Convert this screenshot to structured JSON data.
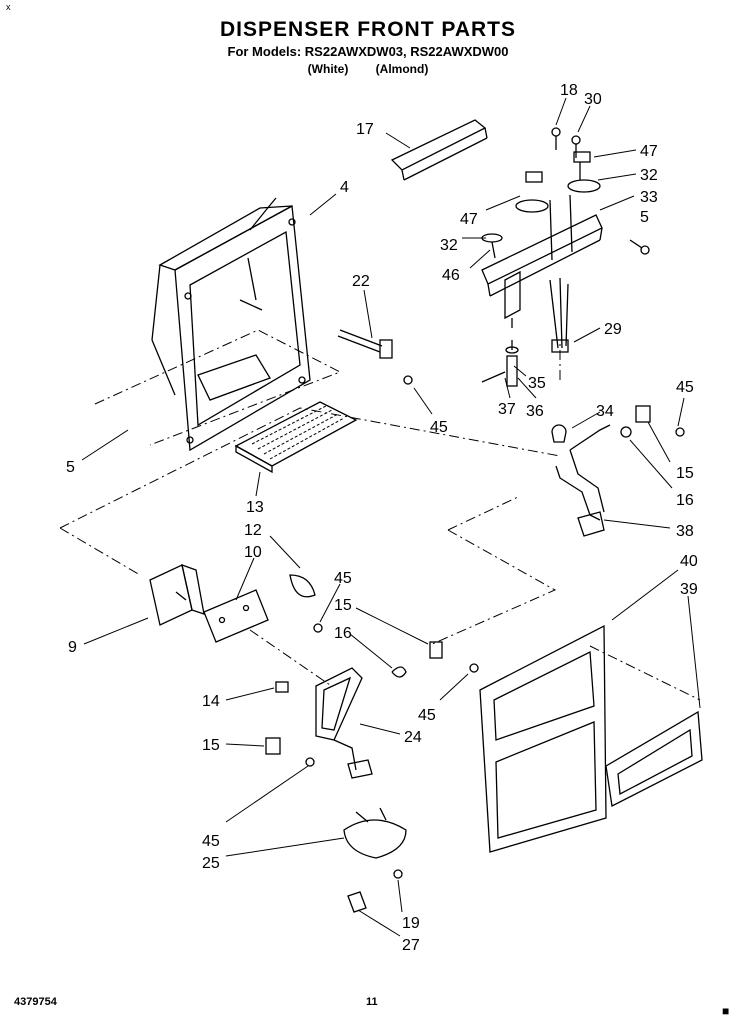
{
  "header": {
    "title": "DISPENSER FRONT PARTS",
    "models": "For Models: RS22AWXDW03, RS22AWXDW00",
    "variant_white": "(White)",
    "variant_almond": "(Almond)"
  },
  "footer": {
    "doc_number": "4379754",
    "page_number": "11"
  },
  "corner_marks": {
    "top_left": "x",
    "bottom_right": "■"
  },
  "callouts": {
    "c17": "17",
    "c4": "4",
    "c18": "18",
    "c30": "30",
    "c47a": "47",
    "c32a": "32",
    "c33": "33",
    "c5a": "5",
    "c47b": "47",
    "c32b": "32",
    "c46": "46",
    "c22": "22",
    "c29": "29",
    "c35": "35",
    "c37": "37",
    "c36": "36",
    "c45a": "45",
    "c34": "34",
    "c45b": "45",
    "c15a": "15",
    "c16a": "16",
    "c5b": "5",
    "c13": "13",
    "c38": "38",
    "c12": "12",
    "c10": "10",
    "c40": "40",
    "c39": "39",
    "c45c": "45",
    "c15b": "15",
    "c16b": "16",
    "c9": "9",
    "c14": "14",
    "c45d": "45",
    "c24": "24",
    "c15c": "15",
    "c45e": "45",
    "c25": "25",
    "c19": "19",
    "c27": "27"
  }
}
